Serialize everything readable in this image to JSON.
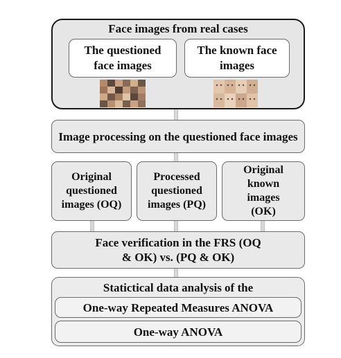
{
  "source": {
    "title": "Face images from real cases",
    "questioned": "The questioned face images",
    "known": "The known face images"
  },
  "processing": "Image processing on the questioned face images",
  "groups": [
    "Original questioned images (OQ)",
    "Processed questioned images (PQ)",
    "Original known images (OK)"
  ],
  "verification": "Face verification in the FRS (OQ & OK) vs. (PQ & OK)",
  "analysis": {
    "title": "Statictical data analysis of the",
    "methods": [
      "One-way Repeated Measures ANOVA",
      "One-way ANOVA"
    ]
  },
  "colors": {
    "box_fill": "#e9e9e9",
    "box_border": "#6b6b6b",
    "outer_border": "#1a1a1a",
    "connector": "#d8d8d8"
  }
}
